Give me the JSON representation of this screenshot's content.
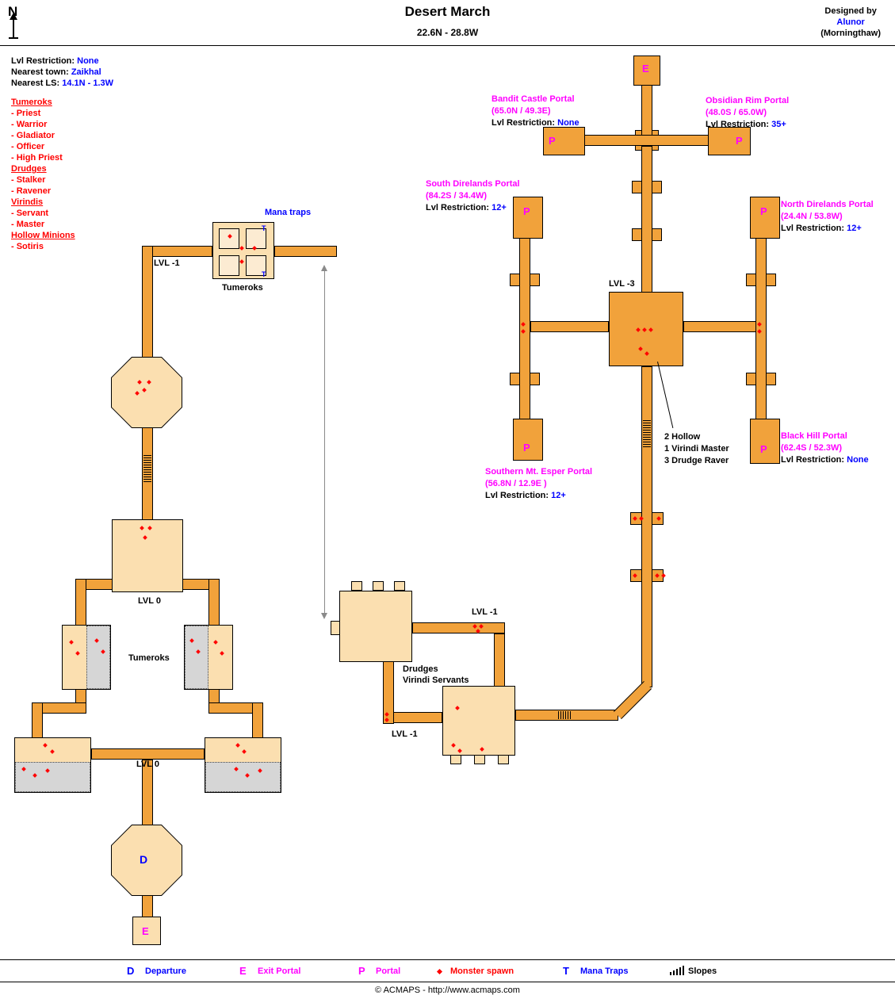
{
  "header": {
    "north_letter": "N",
    "title": "Desert March",
    "subtitle": "22.6N - 28.8W",
    "designed_by": "Designed by",
    "designer_name": "Alunor",
    "designer_world": "(Morningthaw)"
  },
  "info": {
    "lvl_restriction_label": "Lvl Restriction:",
    "lvl_restriction_value": "None",
    "nearest_town_label": "Nearest town:",
    "nearest_town_value": "Zaikhal",
    "nearest_ls_label": "Nearest LS:",
    "nearest_ls_value": "14.1N - 1.3W"
  },
  "monsters": {
    "groups": [
      {
        "name": "Tumeroks",
        "members": [
          "- Priest",
          "- Warrior",
          "- Gladiator",
          "- Officer",
          "- High Priest"
        ]
      },
      {
        "name": "Drudges",
        "members": [
          "- Stalker",
          "- Ravener"
        ]
      },
      {
        "name": "Virindis",
        "members": [
          "- Servant",
          "- Master"
        ]
      },
      {
        "name": "Hollow Minions",
        "members": [
          "- Sotiris"
        ]
      }
    ]
  },
  "portal_labels": {
    "bandit_castle": {
      "name": "Bandit Castle Portal",
      "coords": "(65.0N / 49.3E)",
      "restriction_label": "Lvl Restriction:",
      "restriction_value": "None"
    },
    "obsidian_rim": {
      "name": "Obsidian Rim Portal",
      "coords": "(48.0S / 65.0W)",
      "restriction_label": "Lvl Restriction:",
      "restriction_value": "35+"
    },
    "south_direlands": {
      "name": "South Direlands Portal",
      "coords": "(84.2S / 34.4W)",
      "restriction_label": "Lvl Restriction:",
      "restriction_value": "12+"
    },
    "north_direlands": {
      "name": "North Direlands Portal",
      "coords": "(24.4N / 53.8W)",
      "restriction_label": "Lvl Restriction:",
      "restriction_value": "12+"
    },
    "southern_mt_esper": {
      "name": "Southern Mt. Esper Portal",
      "coords": "(56.8N / 12.9E )",
      "restriction_label": "Lvl Restriction:",
      "restriction_value": "12+"
    },
    "black_hill": {
      "name": "Black Hill Portal",
      "coords": "(62.4S / 52.3W)",
      "restriction_label": "Lvl Restriction:",
      "restriction_value": "None"
    }
  },
  "map_labels": {
    "mana_traps": "Mana traps",
    "lvl_minus1_top": "LVL -1",
    "tumeroks_top": "Tumeroks",
    "lvl_minus3": "LVL -3",
    "lvl0_upper": "LVL 0",
    "tumeroks_mid": "Tumeroks",
    "lvl0_lower": "LVL 0",
    "lvl_minus1_mid": "LVL -1",
    "lvl_minus1_lower": "LVL -1",
    "drudges_line1": "Drudges",
    "drudges_line2": "Virindi Servants",
    "annotation_line1": "2 Hollow",
    "annotation_line2": "1 Virindi Master",
    "annotation_line3": "3 Drudge Raver"
  },
  "markers": {
    "departure": "D",
    "exit": "E",
    "portal": "P",
    "trap": "T"
  },
  "legend": {
    "departure_symbol": "D",
    "departure_label": "Departure",
    "exit_symbol": "E",
    "exit_label": "Exit Portal",
    "portal_symbol": "P",
    "portal_label": "Portal",
    "spawn_label": "Monster spawn",
    "trap_symbol": "T",
    "trap_label": "Mana Traps",
    "slopes_label": "Slopes"
  },
  "footer": {
    "copyright": "© ACMAPS - http://www.acmaps.com"
  },
  "colors": {
    "corridor": "#F1A23B",
    "room": "#FBDFB0",
    "slope_gray": "#D6D6D6",
    "magenta": "#FF00FF",
    "blue": "#0000FF",
    "red": "#FF0000"
  }
}
